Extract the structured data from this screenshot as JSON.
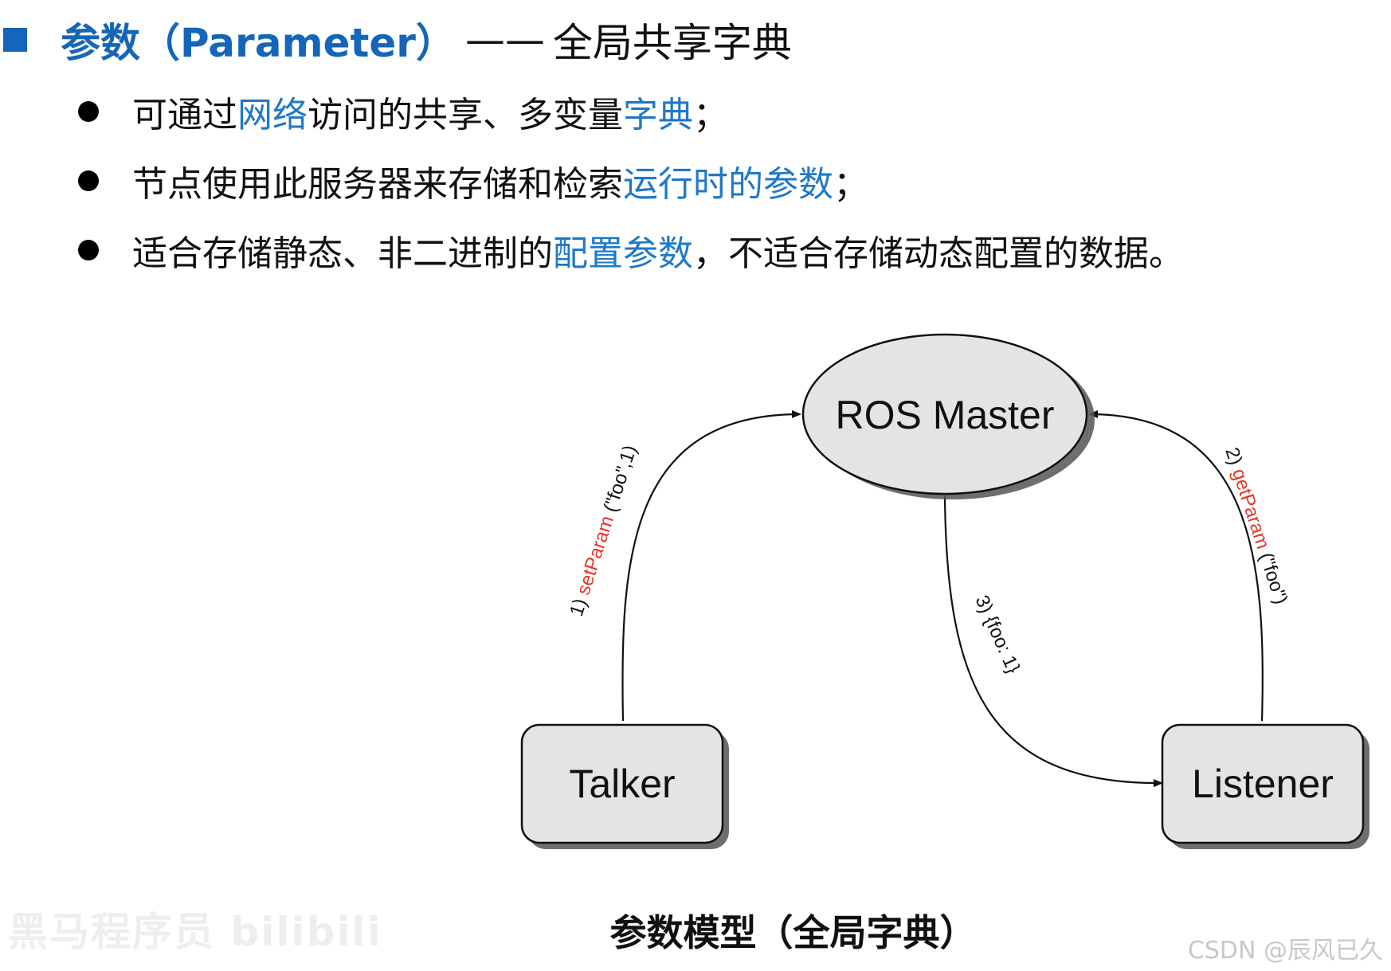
{
  "header": {
    "title": "参数（Parameter）",
    "separator": "——",
    "subtitle": "全局共享字典"
  },
  "bullets": [
    {
      "pre": "可通过",
      "hl1": "网络",
      "mid": "访问的共享、多变量",
      "hl2": "字典",
      "post": "；"
    },
    {
      "pre": "节点使用此服务器来存储和检索",
      "hl1": "运行时的参数",
      "mid": "",
      "hl2": "",
      "post": "；"
    },
    {
      "pre": "适合存储静态、非二进制的",
      "hl1": "配置参数",
      "mid": "，不适合存储动态配置的数据。",
      "hl2": "",
      "post": ""
    }
  ],
  "diagram": {
    "nodes": {
      "master": "ROS Master",
      "talker": "Talker",
      "listener": "Listener"
    },
    "edges": {
      "set_param": {
        "prefix": "1) ",
        "method": "setParam",
        "args": " (\"foo\",1)"
      },
      "get_param": {
        "prefix": "2) ",
        "method": "getParam",
        "args": " (\"foo\")"
      },
      "reply": {
        "text": "3) {foo: 1}"
      }
    },
    "colors": {
      "node_fill": "#e4e4e4",
      "method": "#e8352a",
      "accent": "#1566b8"
    }
  },
  "caption": "参数模型（全局字典）",
  "watermark": {
    "left": "黑马程序员 bilibili",
    "right": "CSDN @辰风已久"
  }
}
